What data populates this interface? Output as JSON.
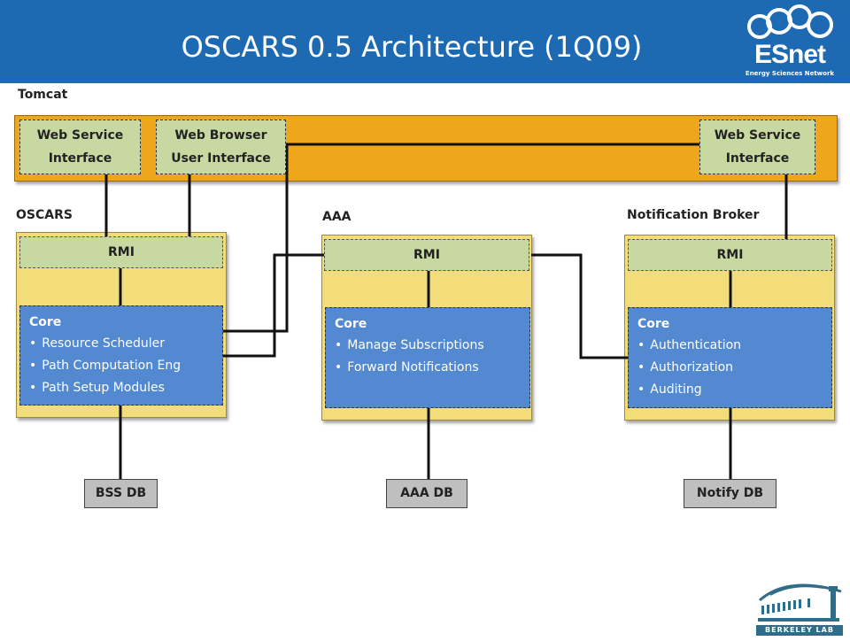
{
  "slide": {
    "title": "OSCARS 0.5 Architecture (1Q09)",
    "logo_text": "ESnet",
    "logo_subtitle": "Energy Sciences Network",
    "footer_logo": "Berkeley Lab",
    "colors": {
      "header": "#1d6ab3",
      "tomcat": "#eea71a",
      "panel": "#f2dd7a",
      "interface": "#c7d9a1",
      "core": "#5289d0",
      "db": "#bfbfbf"
    }
  },
  "tomcat": {
    "label": "Tomcat",
    "boxes": [
      {
        "line1": "Web Service",
        "line2": "Interface"
      },
      {
        "line1": "Web Browser",
        "line2": "User Interface"
      },
      {
        "line1": "Web Service",
        "line2": "Interface"
      }
    ]
  },
  "oscars": {
    "label": "OSCARS",
    "rmi": "RMI",
    "core_title": "Core",
    "core_items": [
      "Resource Scheduler",
      "Path Computation Eng",
      "Path Setup Modules"
    ],
    "db": "BSS DB"
  },
  "aaa": {
    "label": "AAA",
    "rmi": "RMI",
    "core_title": "Core",
    "core_items": [
      "Manage Subscriptions",
      "Forward Notifications"
    ],
    "db": "AAA DB"
  },
  "notify": {
    "label": "Notification Broker",
    "rmi": "RMI",
    "core_title": "Core",
    "core_items": [
      "Authentication",
      "Authorization",
      "Auditing"
    ],
    "db": "Notify DB"
  }
}
